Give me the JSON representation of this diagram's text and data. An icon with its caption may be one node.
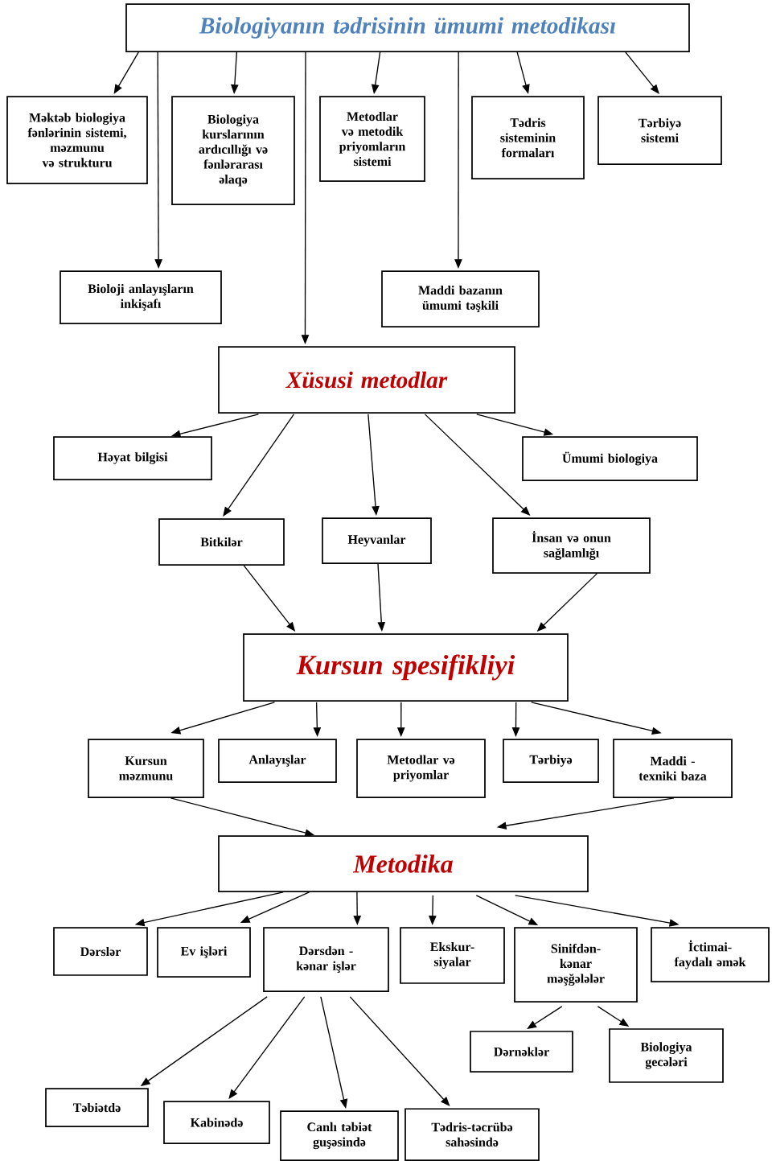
{
  "diagram": {
    "nodes": [
      {
        "text": [
          "Biologiyanın tədrisinin ümumi metodikası"
        ]
      },
      {
        "text": [
          "Məktəb biologiya fənlərinin sistemi, məzmunu və strukturu"
        ]
      },
      {
        "text": [
          "Biologiya kurslarının ardıcıllığı və fənlərarası əlaqə"
        ]
      },
      {
        "text": [
          "Metodlar və metodik priyomların sistemi"
        ]
      },
      {
        "text": [
          "Tədris sisteminin formaları"
        ]
      },
      {
        "text": [
          "Tərbiyə sistemi"
        ]
      },
      {
        "text": [
          "Bioloji anlayışların inkişafı"
        ]
      },
      {
        "text": [
          "Maddi bazanın ümumi təşkili"
        ]
      },
      {
        "text": [
          "Xüsusi metodlar"
        ]
      },
      {
        "text": [
          "Həyat bilgisi"
        ]
      },
      {
        "text": [
          "Ümumi biologiya"
        ]
      },
      {
        "text": [
          "Bitkilər"
        ]
      },
      {
        "text": [
          "Heyvanlar"
        ]
      },
      {
        "text": [
          "İnsan və onun sağlamlığı"
        ]
      },
      {
        "text": [
          "Kursun spesifikliyi"
        ]
      },
      {
        "text": [
          "Kursun məzmunu"
        ]
      },
      {
        "text": [
          "Anlayışlar"
        ]
      },
      {
        "text": [
          "Metodlar və priyomlar"
        ]
      },
      {
        "text": [
          "Tərbiyə"
        ]
      },
      {
        "text": [
          "Maddi - texniki baza"
        ]
      },
      {
        "text": [
          "Metodika"
        ]
      },
      {
        "text": [
          "Dərslər"
        ]
      },
      {
        "text": [
          "Ev işləri"
        ]
      },
      {
        "text": [
          "Dərsdən - kənar işlər"
        ]
      },
      {
        "text": [
          "Ekskur- siyalar"
        ]
      },
      {
        "text": [
          "Sinifdən- kənar məşğələlər"
        ]
      },
      {
        "text": [
          "İctimai-faydalı əmək"
        ]
      },
      {
        "text": [
          "Dərnəklər"
        ]
      },
      {
        "text": [
          "Biologiya gecələri"
        ]
      },
      {
        "text": [
          "Təbiətdə"
        ]
      },
      {
        "text": [
          "Kabinədə"
        ]
      },
      {
        "text": [
          "Canlı təbiət guşəsində"
        ]
      },
      {
        "text": [
          "Tədris-təcrübə sahəsində"
        ]
      }
    ],
    "edges": [
      {
        "from": 0,
        "to": 1,
        "arrow": "to"
      },
      {
        "from": 0,
        "to": 2,
        "arrow": "to"
      },
      {
        "from": 0,
        "to": 3,
        "arrow": "to"
      },
      {
        "from": 0,
        "to": 4,
        "arrow": "to"
      },
      {
        "from": 0,
        "to": 5,
        "arrow": "to"
      },
      {
        "from": 0,
        "to": 6,
        "arrow": "to"
      },
      {
        "from": 0,
        "to": 7,
        "arrow": "to"
      },
      {
        "from": 0,
        "to": 8,
        "arrow": "to"
      },
      {
        "from": 8,
        "to": 9,
        "arrow": "to"
      },
      {
        "from": 8,
        "to": 10,
        "arrow": "to"
      },
      {
        "from": 8,
        "to": 11,
        "arrow": "to"
      },
      {
        "from": 8,
        "to": 12,
        "arrow": "to"
      },
      {
        "from": 8,
        "to": 13,
        "arrow": "to"
      },
      {
        "from": 11,
        "to": 14,
        "arrow": "to"
      },
      {
        "from": 12,
        "to": 14,
        "arrow": "to"
      },
      {
        "from": 13,
        "to": 14,
        "arrow": "to"
      },
      {
        "from": 14,
        "to": 15,
        "arrow": "to"
      },
      {
        "from": 14,
        "to": 16,
        "arrow": "to"
      },
      {
        "from": 14,
        "to": 17,
        "arrow": "to"
      },
      {
        "from": 14,
        "to": 18,
        "arrow": "to"
      },
      {
        "from": 14,
        "to": 19,
        "arrow": "to"
      },
      {
        "from": 15,
        "to": 20,
        "arrow": "to"
      },
      {
        "from": 19,
        "to": 20,
        "arrow": "to"
      },
      {
        "from": 20,
        "to": 21,
        "arrow": "to"
      },
      {
        "from": 20,
        "to": 22,
        "arrow": "to"
      },
      {
        "from": 20,
        "to": 23,
        "arrow": "to"
      },
      {
        "from": 20,
        "to": 24,
        "arrow": "to"
      },
      {
        "from": 20,
        "to": 25,
        "arrow": "to"
      },
      {
        "from": 20,
        "to": 26,
        "arrow": "to"
      },
      {
        "from": 25,
        "to": 27,
        "arrow": "to"
      },
      {
        "from": 25,
        "to": 28,
        "arrow": "to"
      },
      {
        "from": 23,
        "to": 29,
        "arrow": "to"
      },
      {
        "from": 23,
        "to": 30,
        "arrow": "to"
      },
      {
        "from": 23,
        "to": 31,
        "arrow": "to"
      },
      {
        "from": 23,
        "to": 32,
        "arrow": "to"
      }
    ]
  }
}
